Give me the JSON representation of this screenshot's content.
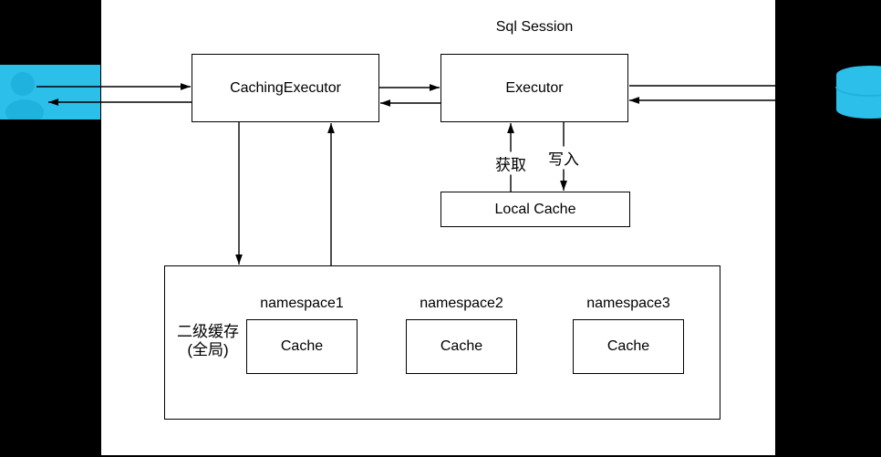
{
  "header": {
    "session_label": "Sql Session"
  },
  "nodes": {
    "caching_executor": "CachingExecutor",
    "executor": "Executor",
    "local_cache": "Local Cache",
    "l2_cache_line1": "二级缓存",
    "l2_cache_line2": "(全局)"
  },
  "edge_labels": {
    "fetch": "获取",
    "write": "写入"
  },
  "namespaces": [
    {
      "label": "namespace1",
      "cache": "Cache"
    },
    {
      "label": "namespace2",
      "cache": "Cache"
    },
    {
      "label": "namespace3",
      "cache": "Cache"
    }
  ],
  "icons": {
    "left": "user-icon",
    "right": "database-icon"
  },
  "colors": {
    "accent_cyan": "#2BBFE9",
    "accent_cyan_dark": "#1FB2DF",
    "line": "#000000",
    "canvas": "#ffffff",
    "background": "#000000"
  }
}
